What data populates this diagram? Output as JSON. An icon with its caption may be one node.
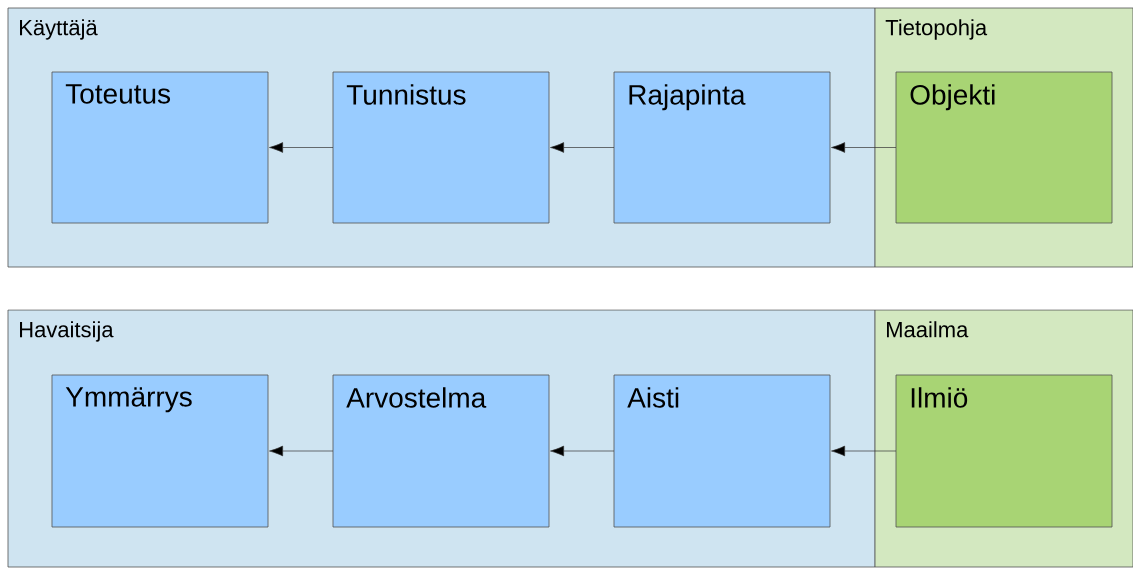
{
  "diagram": {
    "nodes": [
      {
        "text": [
          "Käyttäjä"
        ]
      },
      {
        "text": [
          "Tietopohja"
        ]
      },
      {
        "text": [
          "Toteutus"
        ],
        "in": 0
      },
      {
        "text": [
          "Tunnistus"
        ],
        "in": 0
      },
      {
        "text": [
          "Rajapinta"
        ],
        "in": 0
      },
      {
        "text": [
          "Objekti"
        ],
        "in": 1
      },
      {
        "text": [
          "Havaitsija"
        ]
      },
      {
        "text": [
          "Maailma"
        ]
      },
      {
        "text": [
          "Ymmärrys"
        ],
        "in": 6
      },
      {
        "text": [
          "Arvostelma"
        ],
        "in": 6
      },
      {
        "text": [
          "Aisti"
        ],
        "in": 6
      },
      {
        "text": [
          "Ilmiö"
        ],
        "in": 7
      }
    ],
    "edges": [
      {
        "from": 3,
        "to": 2,
        "arrow": "to"
      },
      {
        "from": 4,
        "to": 3,
        "arrow": "to"
      },
      {
        "from": 5,
        "to": 4,
        "arrow": "to"
      },
      {
        "from": 9,
        "to": 8,
        "arrow": "to"
      },
      {
        "from": 10,
        "to": 9,
        "arrow": "to"
      },
      {
        "from": 11,
        "to": 10,
        "arrow": "to"
      }
    ]
  }
}
